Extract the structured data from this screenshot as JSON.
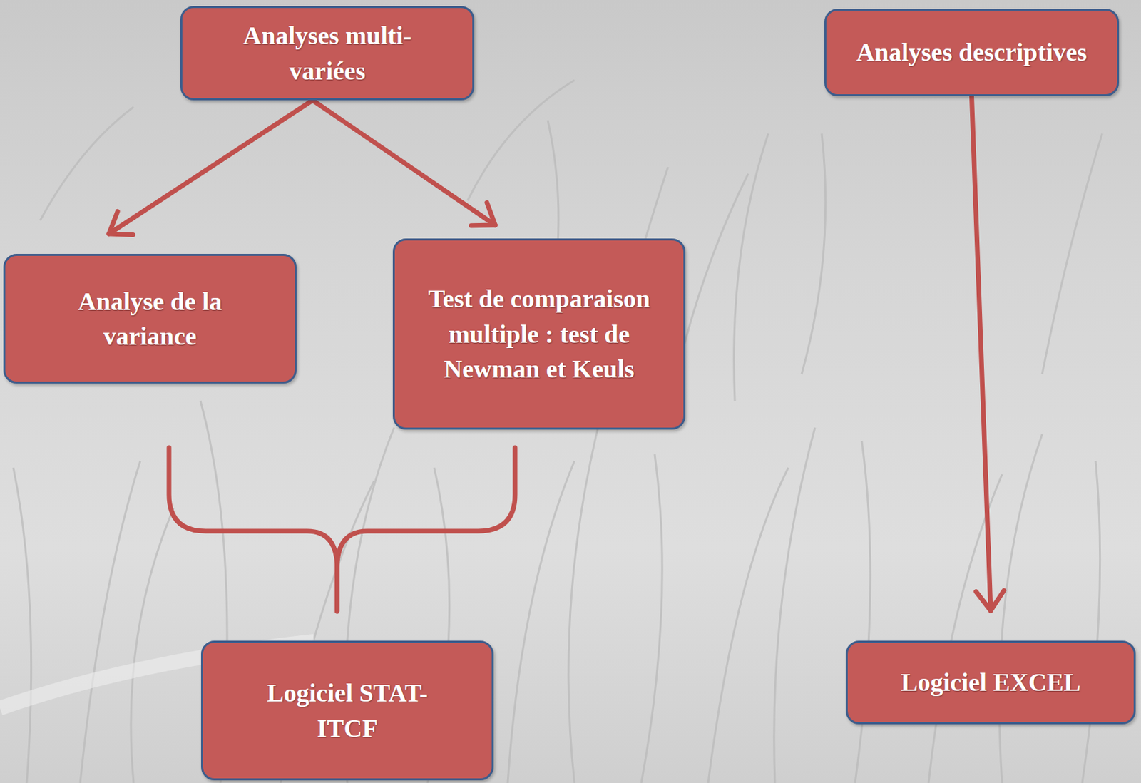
{
  "diagram": {
    "nodes": [
      {
        "text": [
          "Analyses multi-variées"
        ]
      },
      {
        "text": [
          "Analyses descriptives"
        ]
      },
      {
        "text": [
          "Analyse de la variance"
        ]
      },
      {
        "text": [
          "Test de comparaison multiple : test de Newman et Keuls"
        ]
      },
      {
        "text": [
          "Logiciel STAT-ITCF"
        ]
      },
      {
        "text": [
          "Logiciel EXCEL"
        ]
      }
    ],
    "edges": [
      {
        "from": 0,
        "to": 2,
        "arrow": "to"
      },
      {
        "from": 0,
        "to": 3,
        "arrow": "to"
      },
      {
        "from": 1,
        "to": 5,
        "arrow": "to"
      },
      {
        "from": 2,
        "to": 4,
        "arrow": "none"
      },
      {
        "from": 3,
        "to": 4,
        "arrow": "none"
      }
    ]
  }
}
